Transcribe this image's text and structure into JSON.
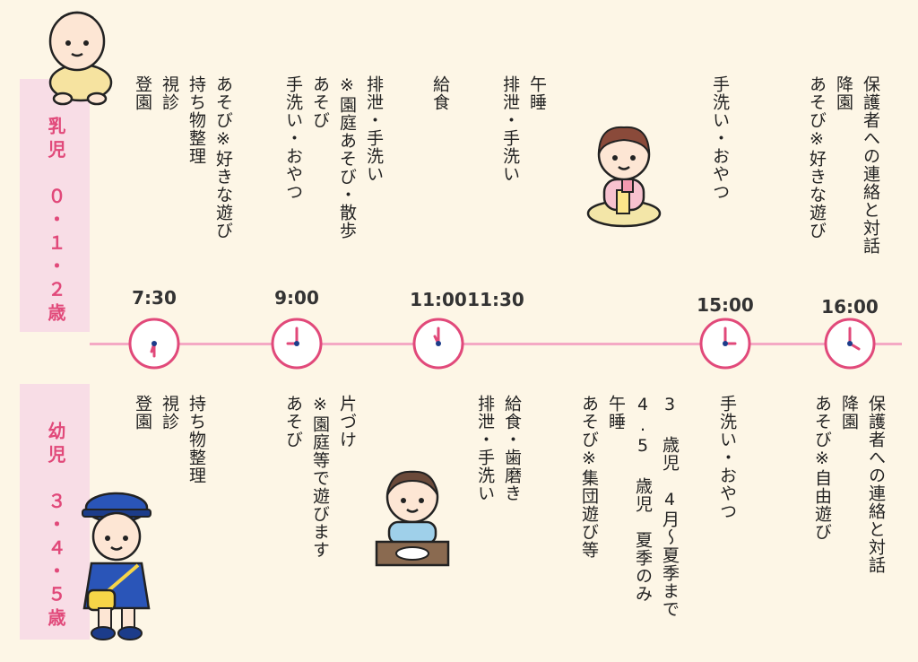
{
  "rows": {
    "infant": {
      "label": "乳児　０・１・２歳"
    },
    "child": {
      "label": "幼児　３・４・５歳"
    }
  },
  "times": [
    "7:30",
    "9:00",
    "11:00",
    "11:30",
    "15:00",
    "16:00"
  ],
  "infant_columns": [
    "登園",
    "視診",
    "持ち物整理",
    "あそび※好きな遊び",
    "手洗い・おやつ",
    "あそび",
    "※園庭あそび・散歩",
    "排泄・手洗い",
    "給食",
    "排泄・手洗い",
    "午睡",
    "手洗い・おやつ",
    "あそび※好きな遊び",
    "降園",
    "保護者への連絡と対話"
  ],
  "child_columns": [
    "登園",
    "視診",
    "持ち物整理",
    "あそび",
    "※園庭等で遊びます",
    "片づけ",
    "排泄・手洗い",
    "給食・歯磨き",
    "あそび※集団遊び等",
    "午睡",
    "4.5 歳児　夏季のみ",
    "3 歳児　4月～夏季まで",
    "手洗い・おやつ",
    "あそび※自由遊び",
    "降園",
    "保護者への連絡と対話"
  ],
  "colors": {
    "accent": "#e1497a",
    "band": "#f8dde6",
    "timeline": "#f4a9c4",
    "background": "#fdf6e6"
  },
  "icons": [
    "baby-crawling-illustration",
    "toddler-blocks-illustration",
    "child-lunch-illustration",
    "kindergartener-uniform-illustration",
    "clock-icon"
  ]
}
